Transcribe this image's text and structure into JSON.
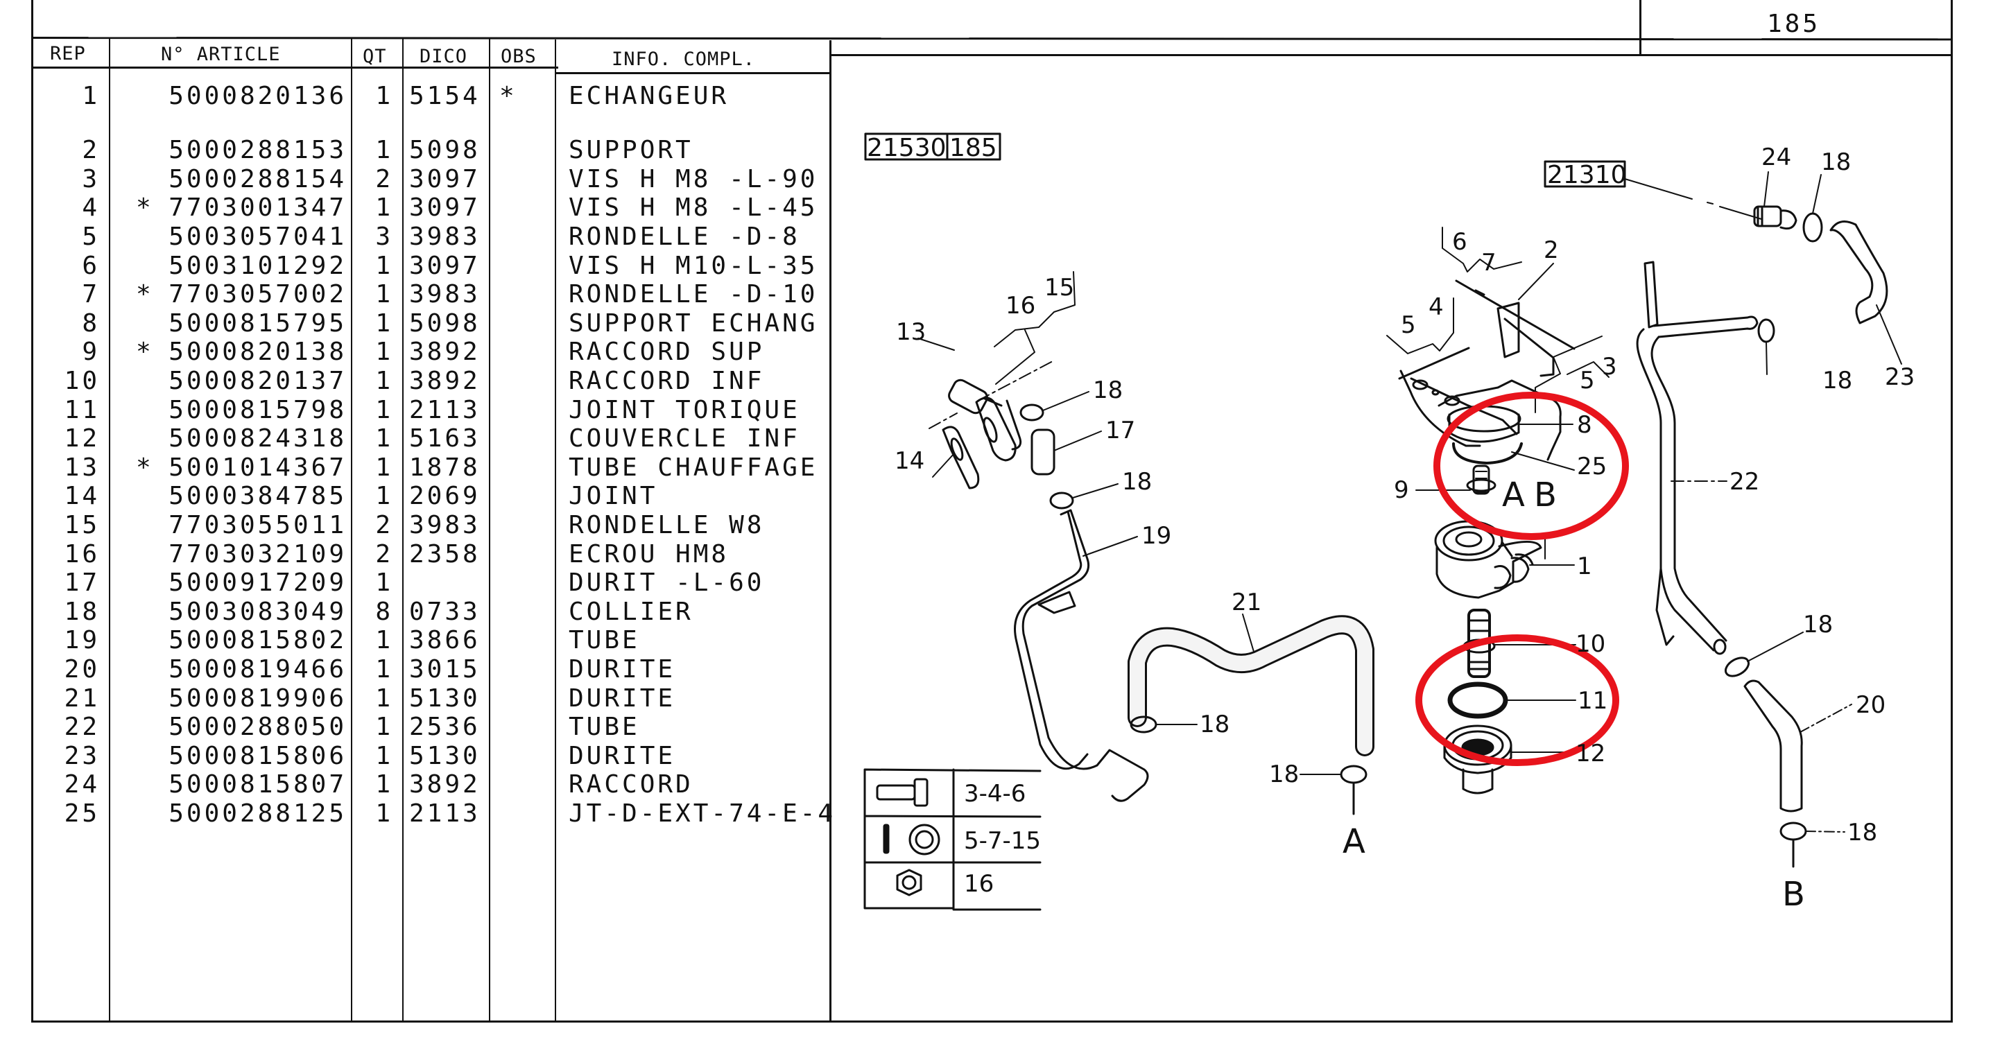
{
  "page": {
    "page_number": "185",
    "diagram_refs": {
      "main_ref": "21530",
      "main_page": "185",
      "linked_ref": "21310"
    }
  },
  "table": {
    "headers": {
      "rep": "REP",
      "article": "N° ARTICLE",
      "qt": "QT",
      "dico": "DICO",
      "obs": "OBS",
      "info": "INFO. COMPL."
    },
    "rows": [
      {
        "rep": "1",
        "mark": "",
        "article": "5000820136",
        "qt": "1",
        "dico": "5154",
        "obs": "*",
        "info": "ECHANGEUR"
      },
      {
        "rep": "2",
        "mark": "",
        "article": "5000288153",
        "qt": "1",
        "dico": "5098",
        "obs": "",
        "info": "SUPPORT"
      },
      {
        "rep": "3",
        "mark": "",
        "article": "5000288154",
        "qt": "2",
        "dico": "3097",
        "obs": "",
        "info": "VIS H M8 -L-90"
      },
      {
        "rep": "4",
        "mark": "*",
        "article": "7703001347",
        "qt": "1",
        "dico": "3097",
        "obs": "",
        "info": "VIS H M8 -L-45"
      },
      {
        "rep": "5",
        "mark": "",
        "article": "5003057041",
        "qt": "3",
        "dico": "3983",
        "obs": "",
        "info": "RONDELLE -D-8"
      },
      {
        "rep": "6",
        "mark": "",
        "article": "5003101292",
        "qt": "1",
        "dico": "3097",
        "obs": "",
        "info": "VIS H M10-L-35"
      },
      {
        "rep": "7",
        "mark": "*",
        "article": "7703057002",
        "qt": "1",
        "dico": "3983",
        "obs": "",
        "info": "RONDELLE -D-10"
      },
      {
        "rep": "8",
        "mark": "",
        "article": "5000815795",
        "qt": "1",
        "dico": "5098",
        "obs": "",
        "info": "SUPPORT ECHANG"
      },
      {
        "rep": "9",
        "mark": "*",
        "article": "5000820138",
        "qt": "1",
        "dico": "3892",
        "obs": "",
        "info": "RACCORD SUP"
      },
      {
        "rep": "10",
        "mark": "",
        "article": "5000820137",
        "qt": "1",
        "dico": "3892",
        "obs": "",
        "info": "RACCORD INF"
      },
      {
        "rep": "11",
        "mark": "",
        "article": "5000815798",
        "qt": "1",
        "dico": "2113",
        "obs": "",
        "info": "JOINT TORIQUE"
      },
      {
        "rep": "12",
        "mark": "",
        "article": "5000824318",
        "qt": "1",
        "dico": "5163",
        "obs": "",
        "info": "COUVERCLE INF"
      },
      {
        "rep": "13",
        "mark": "*",
        "article": "5001014367",
        "qt": "1",
        "dico": "1878",
        "obs": "",
        "info": "TUBE CHAUFFAGE"
      },
      {
        "rep": "14",
        "mark": "",
        "article": "5000384785",
        "qt": "1",
        "dico": "2069",
        "obs": "",
        "info": "JOINT"
      },
      {
        "rep": "15",
        "mark": "",
        "article": "7703055011",
        "qt": "2",
        "dico": "3983",
        "obs": "",
        "info": "RONDELLE W8"
      },
      {
        "rep": "16",
        "mark": "",
        "article": "7703032109",
        "qt": "2",
        "dico": "2358",
        "obs": "",
        "info": "ECROU HM8"
      },
      {
        "rep": "17",
        "mark": "",
        "article": "5000917209",
        "qt": "1",
        "dico": "",
        "obs": "",
        "info": "DURIT -L-60"
      },
      {
        "rep": "18",
        "mark": "",
        "article": "5003083049",
        "qt": "8",
        "dico": "0733",
        "obs": "",
        "info": "COLLIER"
      },
      {
        "rep": "19",
        "mark": "",
        "article": "5000815802",
        "qt": "1",
        "dico": "3866",
        "obs": "",
        "info": "TUBE"
      },
      {
        "rep": "20",
        "mark": "",
        "article": "5000819466",
        "qt": "1",
        "dico": "3015",
        "obs": "",
        "info": "DURITE"
      },
      {
        "rep": "21",
        "mark": "",
        "article": "5000819906",
        "qt": "1",
        "dico": "5130",
        "obs": "",
        "info": "DURITE"
      },
      {
        "rep": "22",
        "mark": "",
        "article": "5000288050",
        "qt": "1",
        "dico": "2536",
        "obs": "",
        "info": "TUBE"
      },
      {
        "rep": "23",
        "mark": "",
        "article": "5000815806",
        "qt": "1",
        "dico": "5130",
        "obs": "",
        "info": "DURITE"
      },
      {
        "rep": "24",
        "mark": "",
        "article": "5000815807",
        "qt": "1",
        "dico": "3892",
        "obs": "",
        "info": "RACCORD"
      },
      {
        "rep": "25",
        "mark": "",
        "article": "5000288125",
        "qt": "1",
        "dico": "2113",
        "obs": "",
        "info": "JT-D-EXT-74-E-4"
      }
    ]
  },
  "fastener_legend": [
    {
      "icon": "bolt-icon",
      "items": "3-4-6"
    },
    {
      "icon": "washer-icon",
      "items": "5-7-15"
    },
    {
      "icon": "nut-icon",
      "items": "16"
    }
  ],
  "callouts": {
    "c1": "1",
    "c2": "2",
    "c3": "3",
    "c4": "4",
    "c5a": "5",
    "c5b": "5",
    "c6": "6",
    "c7": "7",
    "c8": "8",
    "c9": "9",
    "c10": "10",
    "c11": "11",
    "c12": "12",
    "c13": "13",
    "c14": "14",
    "c15": "15",
    "c16": "16",
    "c17": "17",
    "c18a": "18",
    "c18b": "18",
    "c18c": "18",
    "c18d": "18",
    "c18e": "18",
    "c18f": "18",
    "c18g": "18",
    "c19": "19",
    "c20": "20",
    "c21": "21",
    "c22": "22",
    "c23": "23",
    "c24": "24",
    "c25": "25",
    "connA": "A",
    "connB": "B",
    "connA_top": "A",
    "connB_top": "B"
  },
  "highlights": {
    "color": "#e8141c",
    "circled_items": [
      "8",
      "25",
      "11"
    ]
  }
}
